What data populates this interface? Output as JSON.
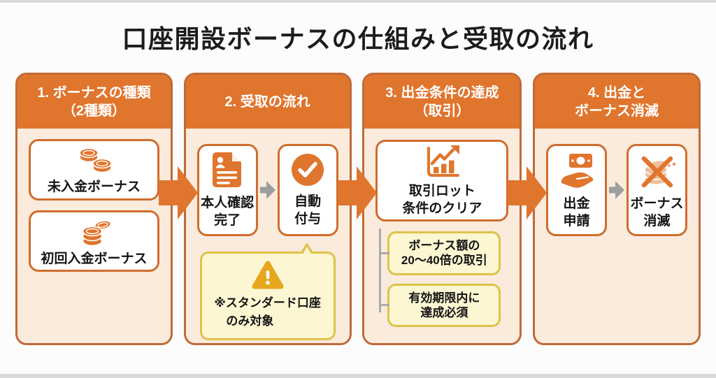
{
  "page": {
    "title": "口座開設ボーナスの仕組みと受取の流れ"
  },
  "colors": {
    "accent_orange": "#e0752d",
    "card_border": "#c06a38",
    "column_bg": "#faebdd",
    "note_bg": "#fcf6d2",
    "note_border": "#ddc348",
    "warning_amber": "#e6a71f",
    "arrow_gray": "#9e9e9e",
    "title_text": "#1c1c1c"
  },
  "columns": [
    {
      "header": "1. ボーナスの種類\n（2種類）",
      "items": [
        {
          "icon": "coins-icon",
          "label": "未入金ボーナス"
        },
        {
          "icon": "coin-stack-icon",
          "label": "初回入金ボーナス"
        }
      ]
    },
    {
      "header": "2. 受取の流れ",
      "steps": [
        {
          "icon": "id-document-icon",
          "label": "本人確認\n完了"
        },
        {
          "icon": "check-circle-icon",
          "label": "自動\n付与"
        }
      ],
      "note": {
        "icon": "warning-icon",
        "text": "※スタンダード口座\nのみ対象"
      }
    },
    {
      "header": "3. 出金条件の達成\n（取引）",
      "main": {
        "icon": "bar-chart-icon",
        "label": "取引ロット\n条件のクリア"
      },
      "conditions": [
        {
          "text": "ボーナス額の\n20〜40倍の取引"
        },
        {
          "text": "有効期限内に\n達成必須"
        }
      ]
    },
    {
      "header": "4. 出金と\nボーナス消滅",
      "steps": [
        {
          "icon": "hand-money-icon",
          "label": "出金\n申請"
        },
        {
          "icon": "bonus-expired-icon",
          "label": "ボーナス\n消滅"
        }
      ]
    }
  ]
}
